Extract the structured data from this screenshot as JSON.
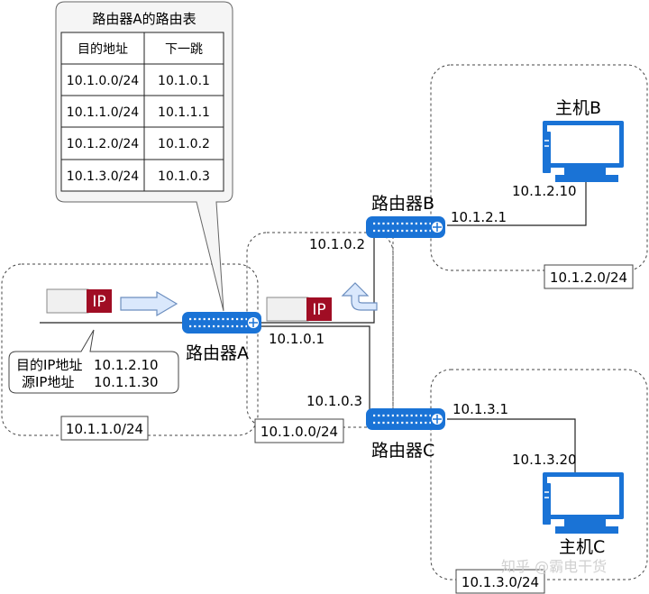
{
  "routing_table": {
    "title": "路由器A的路由表",
    "headers": [
      "目的地址",
      "下一跳"
    ],
    "rows": [
      [
        "10.1.0.0/24",
        "10.1.0.1"
      ],
      [
        "10.1.1.0/24",
        "10.1.1.1"
      ],
      [
        "10.1.2.0/24",
        "10.1.0.2"
      ],
      [
        "10.1.3.0/24",
        "10.1.0.3"
      ]
    ]
  },
  "routers": {
    "a": {
      "name": "路由器A",
      "ip_lan": "10.1.0.1"
    },
    "b": {
      "name": "路由器B",
      "ip_lan": "10.1.0.2",
      "ip_host_side": "10.1.2.1"
    },
    "c": {
      "name": "路由器C",
      "ip_lan": "10.1.0.3",
      "ip_host_side": "10.1.3.1"
    }
  },
  "hosts": {
    "b": {
      "name": "主机B",
      "ip": "10.1.2.10"
    },
    "c": {
      "name": "主机C",
      "ip": "10.1.3.20"
    }
  },
  "subnets": {
    "s1": "10.1.1.0/24",
    "s0": "10.1.0.0/24",
    "s2": "10.1.2.0/24",
    "s3": "10.1.3.0/24"
  },
  "packet": {
    "tag": "IP",
    "dest_label": "目的IP地址",
    "dest_value": "10.1.2.10",
    "src_label": "源IP地址",
    "src_value": "10.1.1.30"
  },
  "watermark": "知乎 @霸电干货",
  "colors": {
    "router_blue": "#1a73d6",
    "host_blue": "#1a73d6",
    "ip_red": "#a00d24",
    "arrow_fill": "#dae8fc",
    "arrow_stroke": "#6c8ebf",
    "packet_body": "#f0f0f0"
  }
}
